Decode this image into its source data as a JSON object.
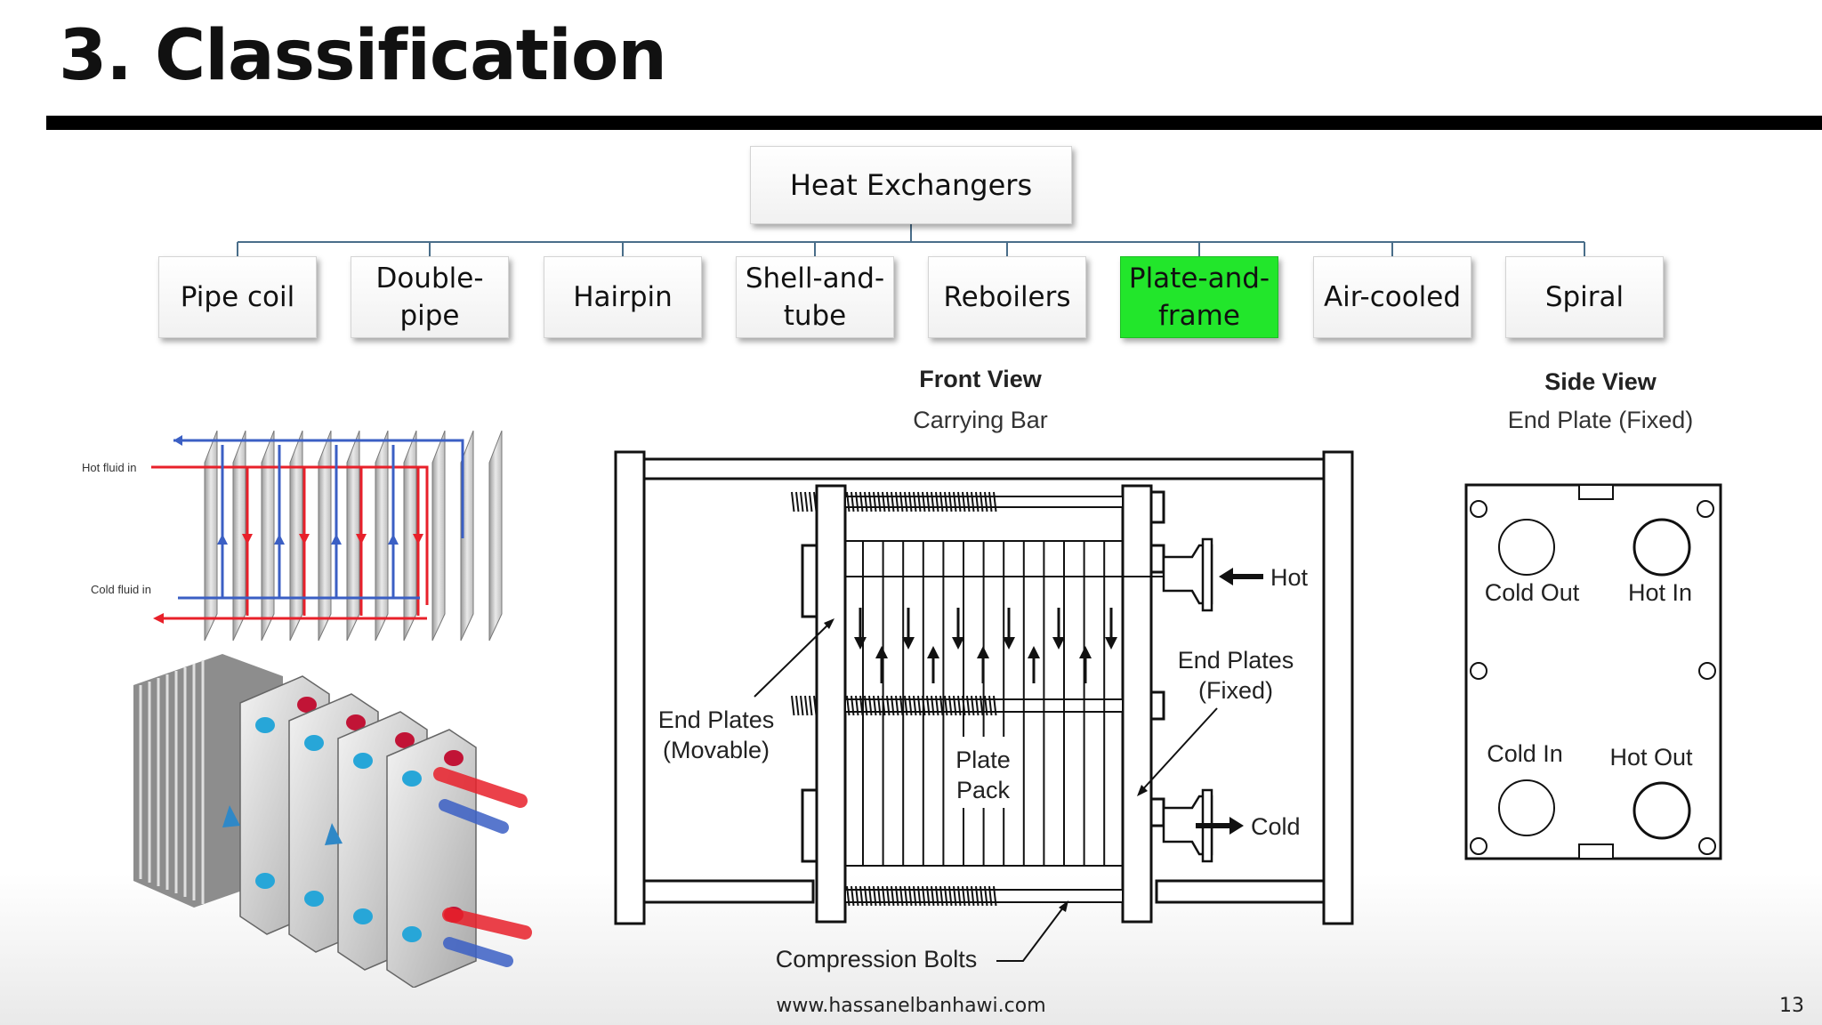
{
  "slide": {
    "title": "3. Classification",
    "footer_url": "www.hassanelbanhawi.com",
    "page_number": "13"
  },
  "hierarchy": {
    "root": "Heat Exchangers",
    "children": [
      {
        "label": "Pipe coil"
      },
      {
        "label": "Double-\npipe"
      },
      {
        "label": "Hairpin"
      },
      {
        "label": "Shell-and-\ntube"
      },
      {
        "label": "Reboilers"
      },
      {
        "label": "Plate-and-\nframe",
        "highlighted": true
      },
      {
        "label": "Air-cooled"
      },
      {
        "label": "Spiral"
      }
    ],
    "highlight_color": "#22e62b"
  },
  "flow_schematic": {
    "hot_label": "Hot fluid in",
    "cold_label": "Cold fluid in",
    "hot_color": "#e8202a",
    "cold_color": "#3b5fc4"
  },
  "front_view": {
    "heading": "Front View",
    "carrying_bar": "Carrying Bar",
    "hot": "Hot",
    "cold": "Cold",
    "end_plates_movable": [
      "End Plates",
      "(Movable)"
    ],
    "end_plates_fixed": [
      "End Plates",
      "(Fixed)"
    ],
    "plate_pack": [
      "Plate",
      "Pack"
    ],
    "compression_bolts": "Compression Bolts"
  },
  "side_view": {
    "heading": "Side View",
    "end_plate": "End Plate (Fixed)",
    "ports": {
      "cold_out": "Cold Out",
      "hot_in": "Hot In",
      "cold_in": "Cold In",
      "hot_out": "Hot Out"
    }
  }
}
